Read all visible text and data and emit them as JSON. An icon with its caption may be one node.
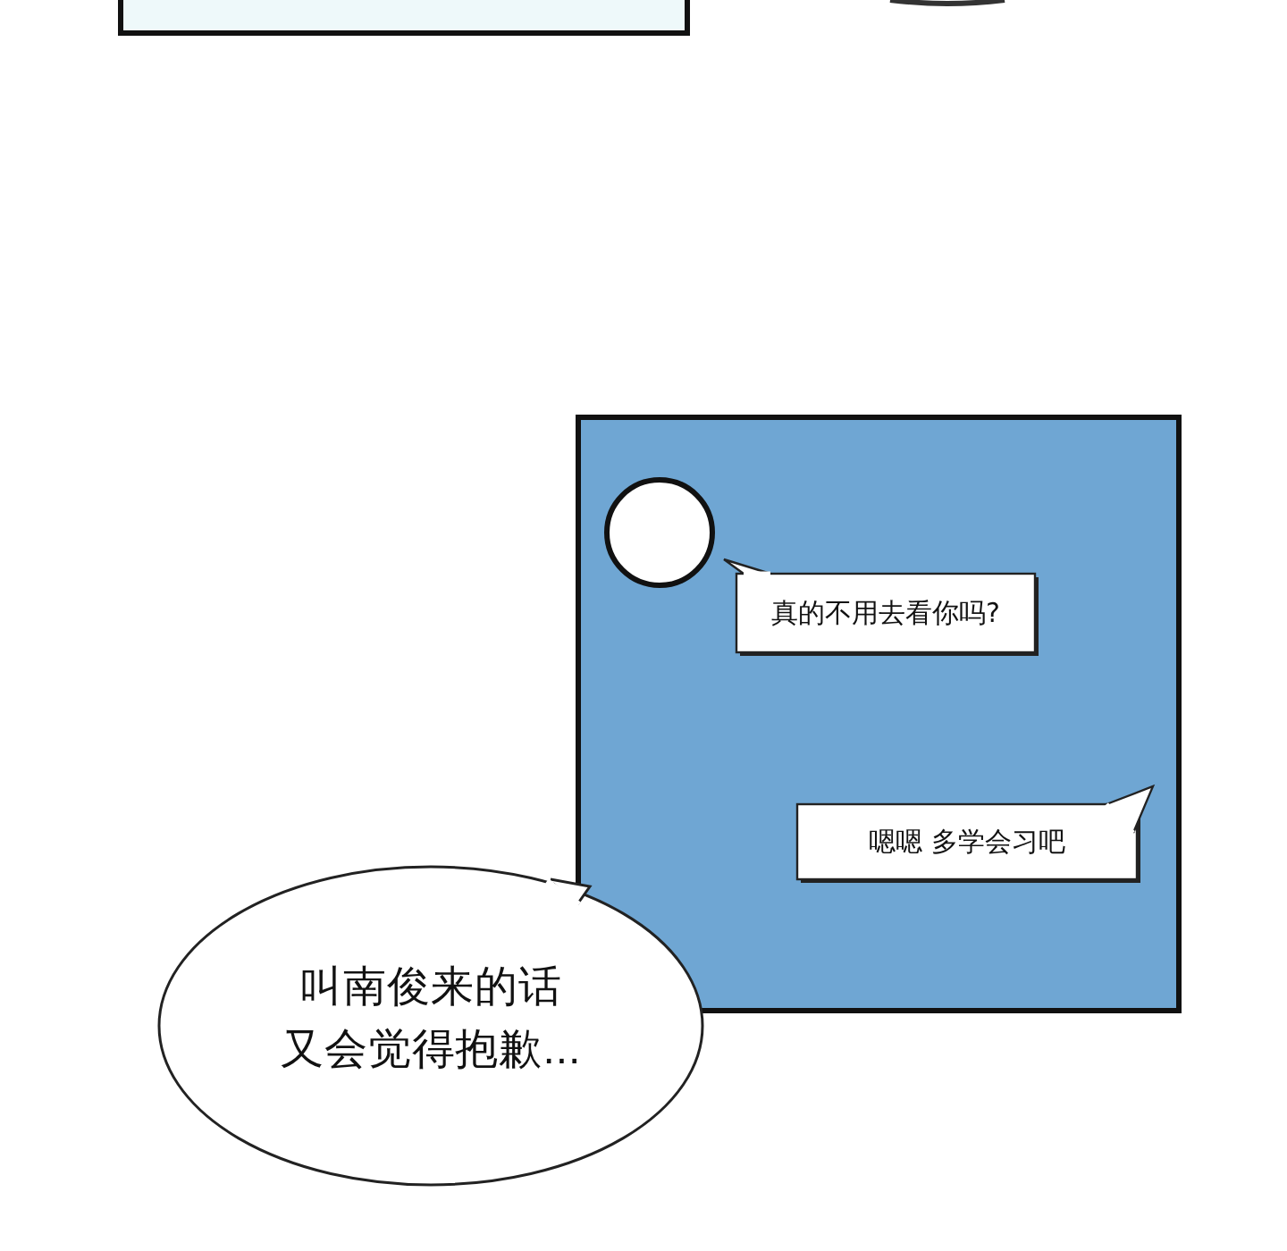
{
  "diagram": {
    "nodes": [
      {
        "text": [],
        "shape": "box"
      },
      {
        "text": [],
        "shape": "box"
      },
      {
        "text": [],
        "shape": "circle",
        "in": 1
      },
      {
        "text": [
          "真的不用去看你吗?"
        ],
        "in": 1
      },
      {
        "text": [
          "嗯嗯 多学会习吧"
        ],
        "in": 1
      },
      {
        "text": [
          "叫南俊来的话又会觉得抱歉..."
        ]
      }
    ]
  }
}
